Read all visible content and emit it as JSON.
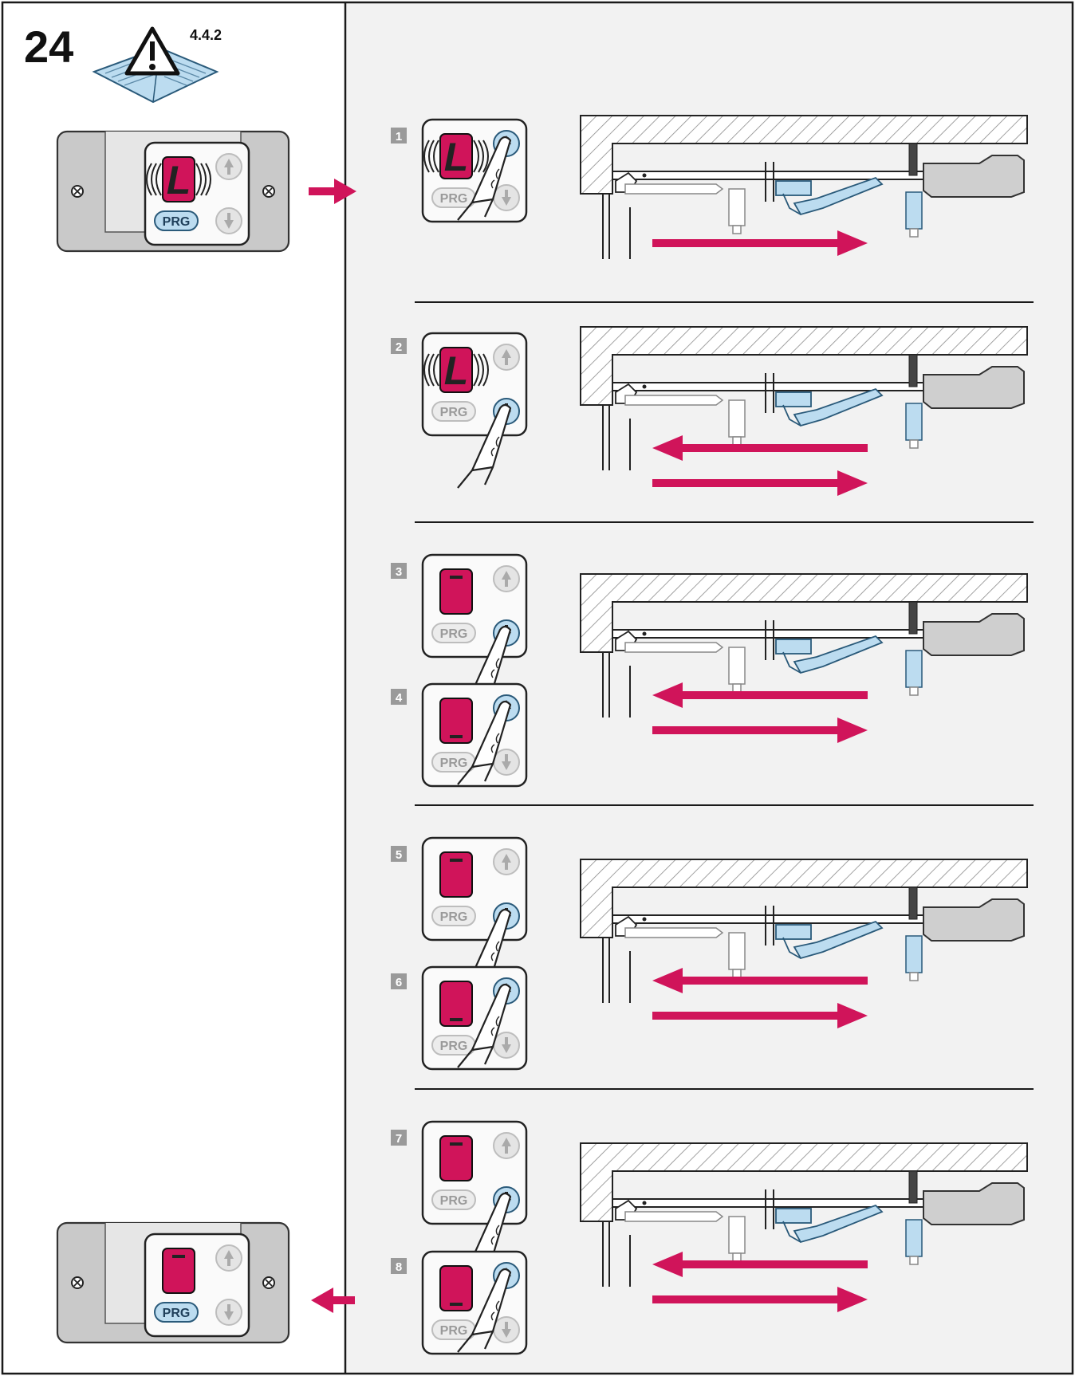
{
  "figure": {
    "number": "24",
    "reference": "4.4.2"
  },
  "colors": {
    "magenta": "#d0145a",
    "light_blue": "#bcdcf0",
    "blue_outline": "#2a5a7a",
    "panel_bg": "#f2f2f2",
    "plate_gray": "#c9c9c9",
    "motor_gray": "#cfcfcf",
    "button_gray": "#bdbdbd"
  },
  "icons": {
    "manual": "manual-warning-icon",
    "arrow_in": "magenta-arrow-right-icon",
    "arrow_out": "magenta-arrow-left-icon"
  },
  "panel": {
    "prg_label": "PRG",
    "display_char": "L"
  },
  "steps": [
    {
      "number": "1",
      "display": "L",
      "blink": true,
      "press": "up",
      "motion": [
        "right"
      ]
    },
    {
      "number": "2",
      "display": "L",
      "blink": true,
      "press": "down",
      "motion": [
        "left",
        "right"
      ]
    },
    {
      "number": "3",
      "display": "",
      "blink": false,
      "press": "down",
      "motion": [
        "left",
        "right"
      ]
    },
    {
      "number": "4",
      "display": "",
      "blink": false,
      "press": "up",
      "motion": []
    },
    {
      "number": "5",
      "display": "",
      "blink": false,
      "press": "down",
      "motion": [
        "left",
        "right"
      ]
    },
    {
      "number": "6",
      "display": "",
      "blink": false,
      "press": "up",
      "motion": []
    },
    {
      "number": "7",
      "display": "",
      "blink": false,
      "press": "down",
      "motion": [
        "left",
        "right"
      ]
    },
    {
      "number": "8",
      "display": "",
      "blink": false,
      "press": "up",
      "motion": []
    }
  ]
}
